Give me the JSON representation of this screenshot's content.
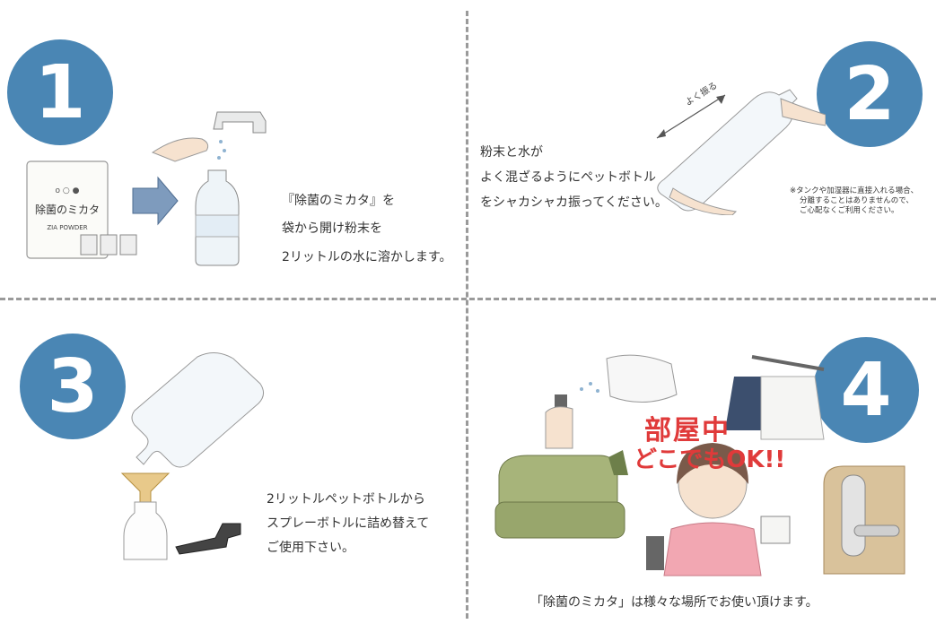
{
  "steps": [
    {
      "number": "1",
      "lines": [
        "『除菌のミカタ』を",
        "袋から開け粉末を",
        "2リットルの水に溶かします。"
      ]
    },
    {
      "number": "2",
      "lines": [
        "粉末と水が",
        "よく混ざるようにペットボトル",
        "をシャカシャカ振ってください。"
      ],
      "note": [
        "※タンクや加湿器に直接入れる場合、",
        "分離することはありませんので、",
        "ご心配なくご利用ください。"
      ],
      "arrow_label": "よく振る"
    },
    {
      "number": "3",
      "lines": [
        "2リットルペットボトルから",
        "スプレーボトルに詰め替えて",
        "ご使用下さい。"
      ]
    },
    {
      "number": "4",
      "headline": "部屋中",
      "subheadline": "どこでもOK!!",
      "caption": "「除菌のミカタ」は様々な場所でお使い頂けます。"
    }
  ],
  "package": {
    "brand": "除菌のミカタ",
    "sub": "ZIA POWDER",
    "dots": "o  ○  ●"
  },
  "colors": {
    "circle": "#4a86b4",
    "dashes": "#9a9a9a",
    "headline": "#e03a3a"
  }
}
